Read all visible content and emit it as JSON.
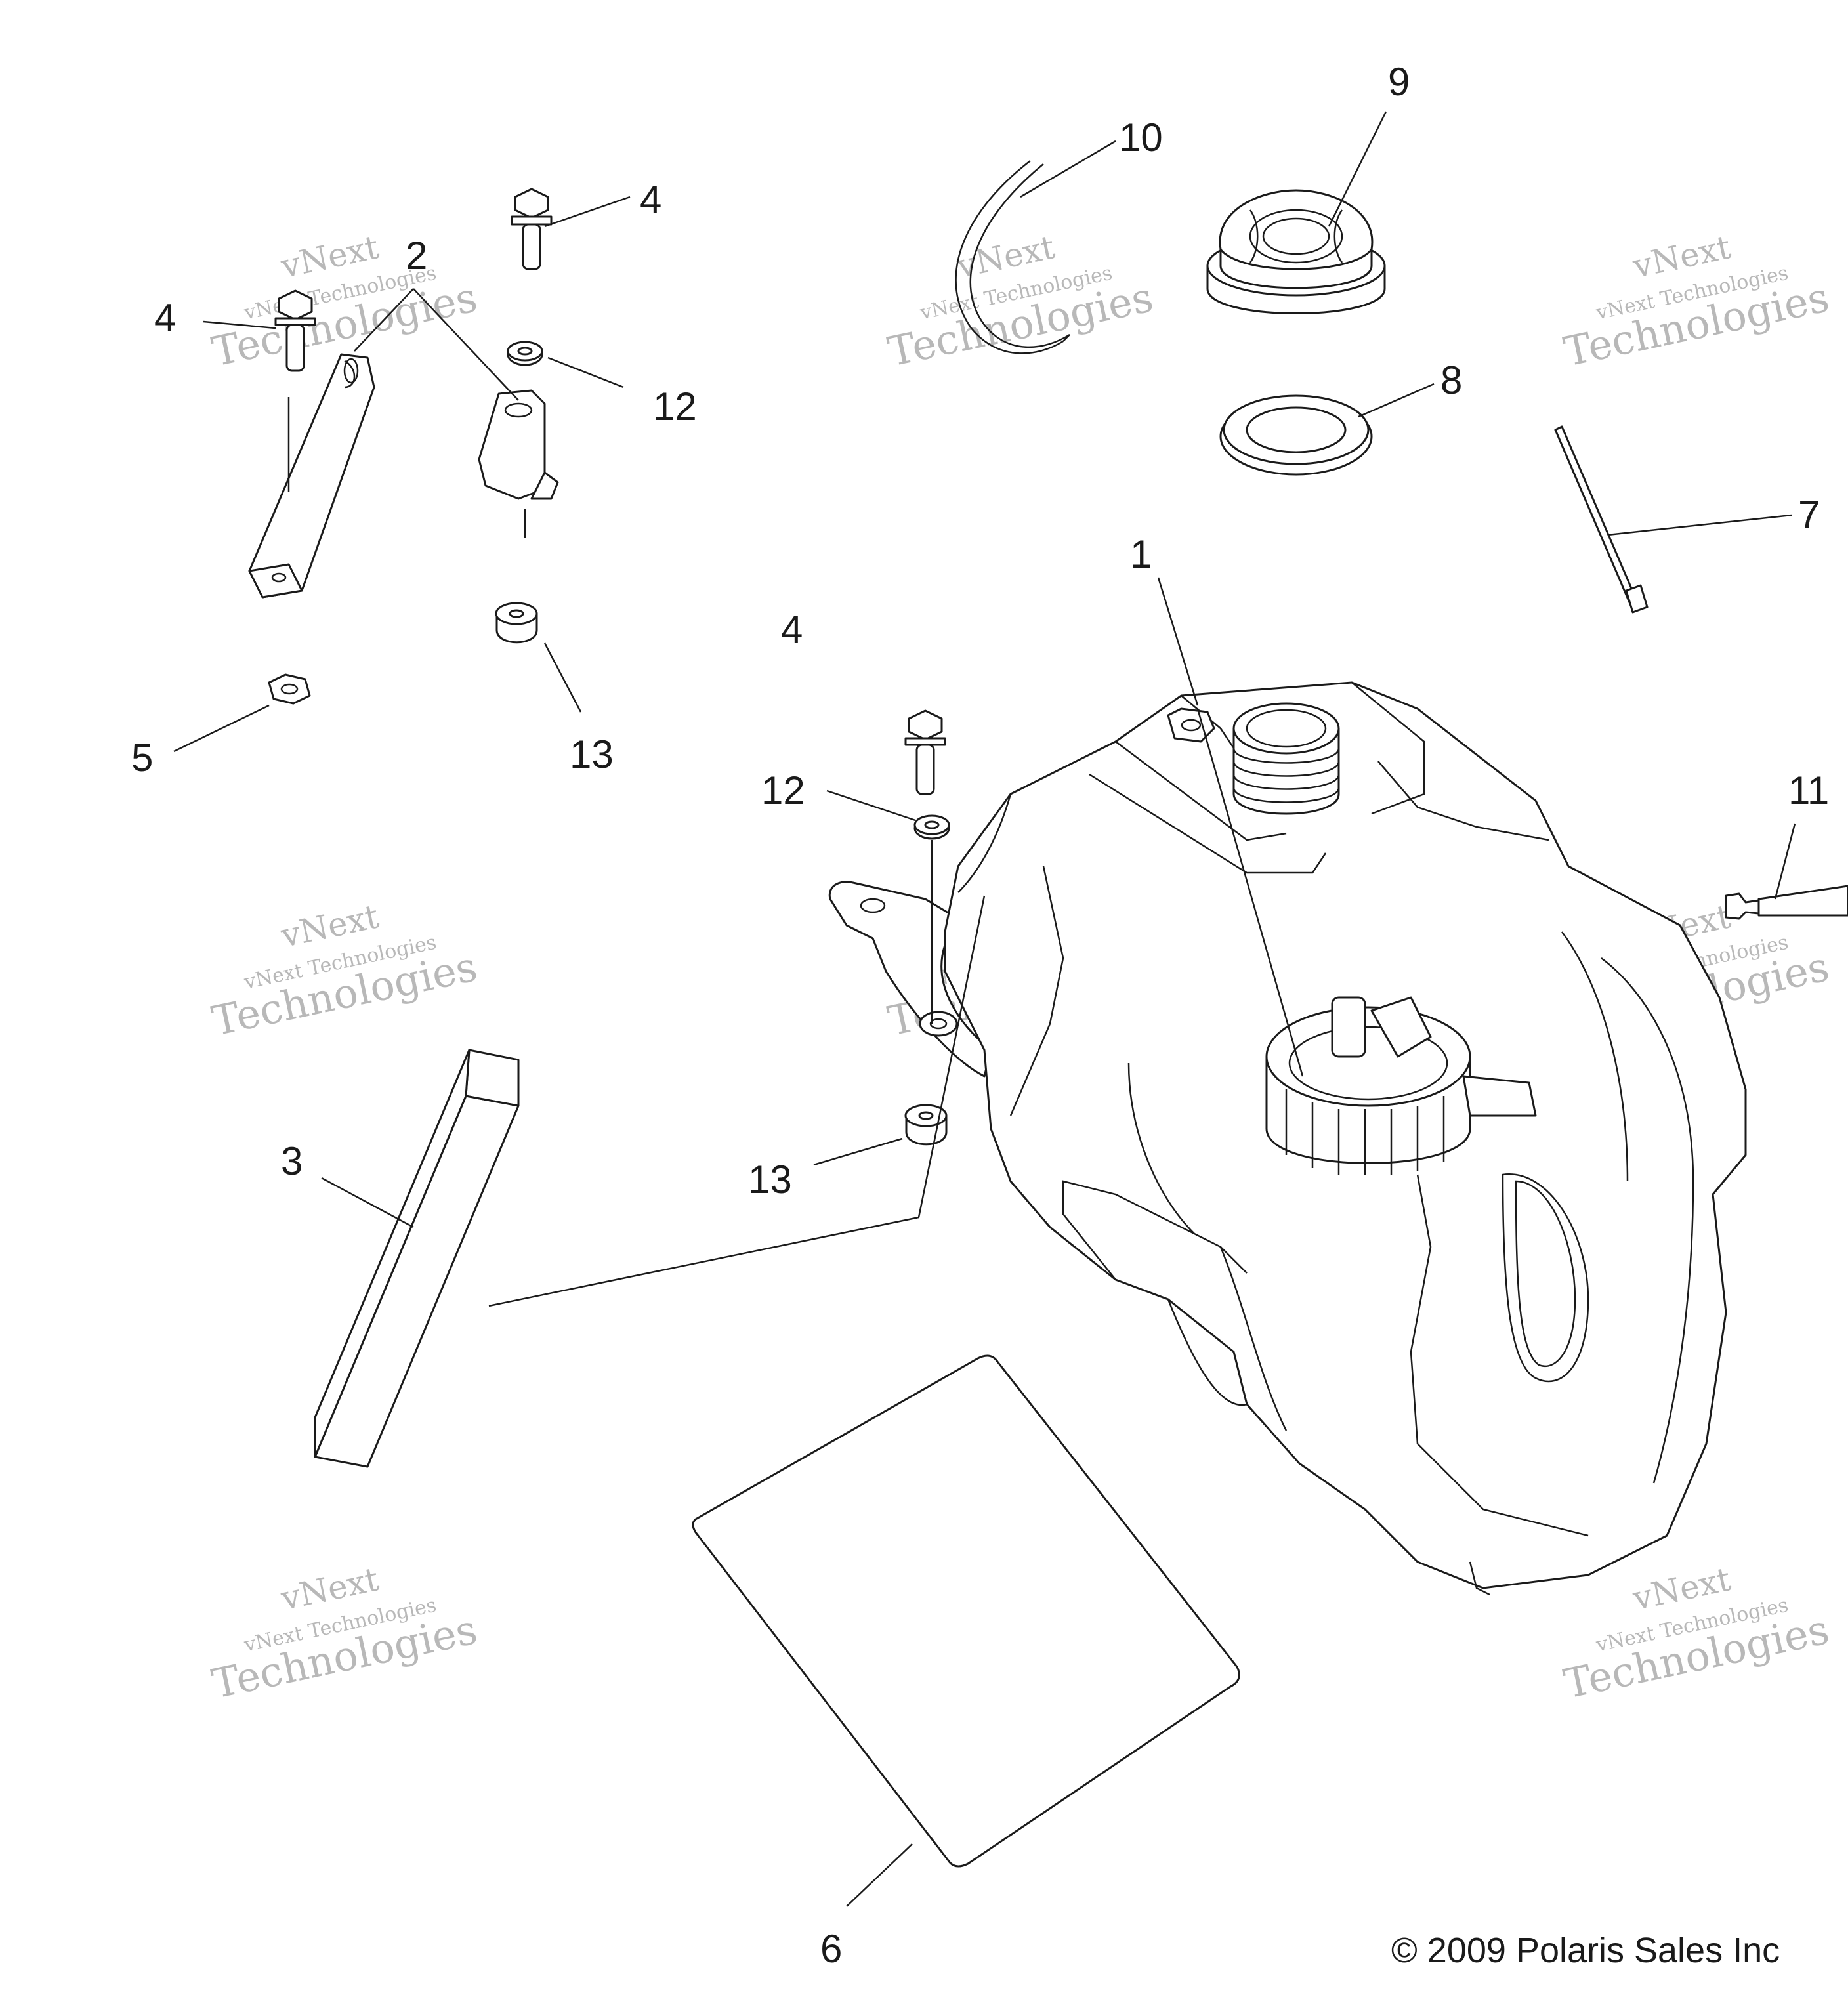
{
  "diagram": {
    "callouts": [
      "1",
      "2",
      "3",
      "4",
      "4",
      "4",
      "5",
      "6",
      "7",
      "8",
      "9",
      "10",
      "11",
      "12",
      "12",
      "13",
      "13"
    ],
    "watermark": {
      "line1": "vNext",
      "line2": "vNext Technologies",
      "line3": "Technologies"
    },
    "copyright": "© 2009 Polaris Sales Inc"
  }
}
